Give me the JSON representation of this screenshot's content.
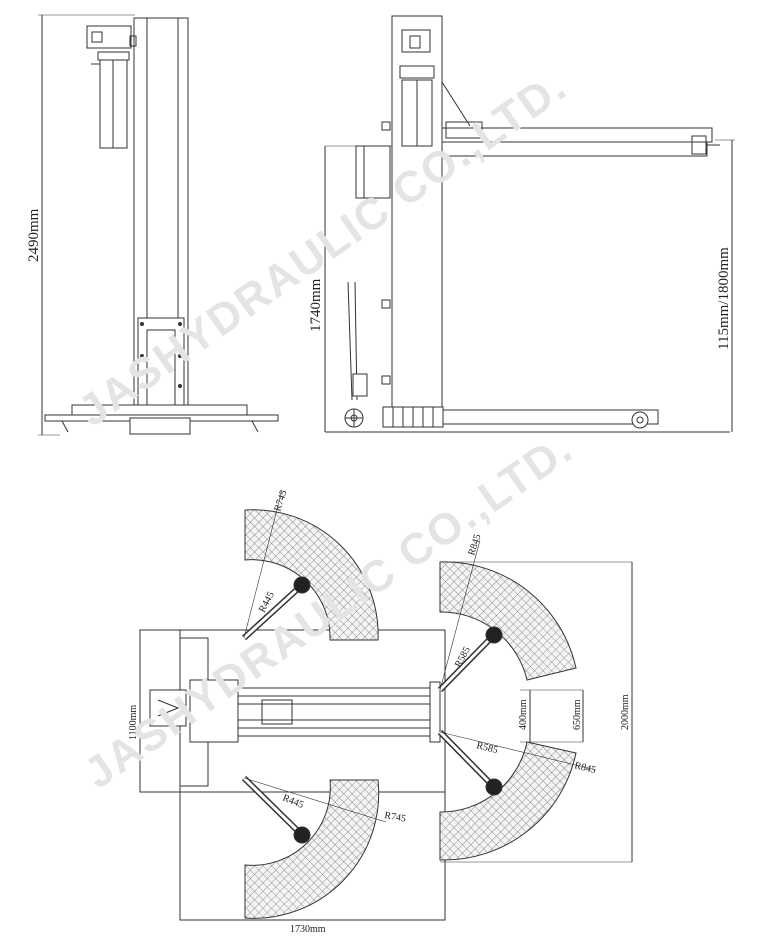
{
  "watermark": {
    "top": "JASHYDRAULIC CO.,LTD.",
    "bottom": "JASHYDRAULIC CO.,LTD."
  },
  "front_view": {
    "height_label": "2490mm"
  },
  "side_view": {
    "height_label": "1740mm",
    "lift_range_label": "115mm/1800mm"
  },
  "top_view": {
    "arm_radius_front_outer": "R745",
    "arm_radius_front_inner": "R445",
    "arm_radius_rear_outer_top": "R845",
    "arm_radius_rear_inner_top": "R585",
    "arm_radius_rear_inner_bottom": "R585",
    "arm_radius_rear_outer_bottom": "R845",
    "arm_radius_front_inner_bottom": "R445",
    "arm_radius_front_outer_bottom": "R745",
    "base_width_label": "1100mm",
    "gap_400_label": "400mm",
    "gap_650_label": "650mm",
    "total_length_label": "2000mm",
    "overall_width_label": "1730mm"
  }
}
